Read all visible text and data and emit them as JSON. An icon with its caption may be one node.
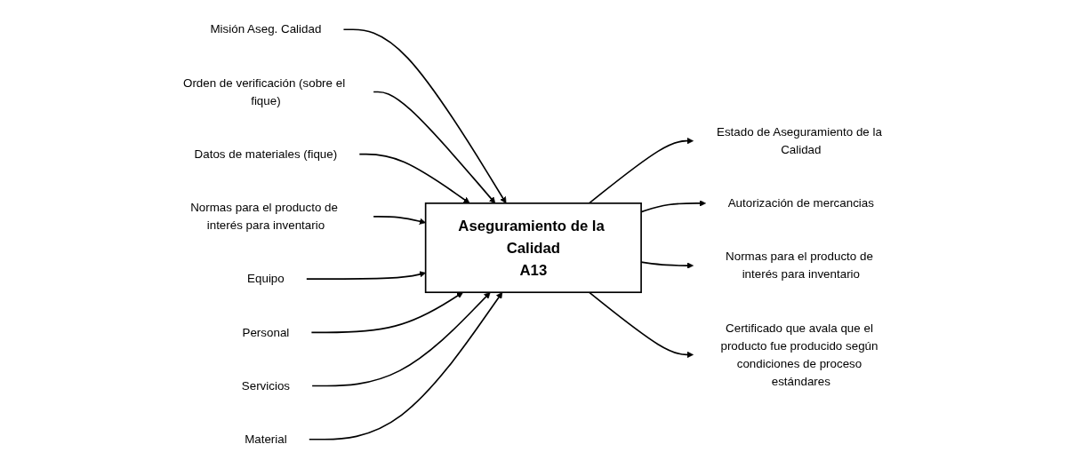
{
  "diagram": {
    "nodes": [
      {
        "text": [
          "Aseguramiento de la Calidad",
          "A13"
        ]
      },
      {
        "text": [
          "Misión Aseg. Calidad"
        ]
      },
      {
        "text": [
          "Orden de verificación (sobre el fique)"
        ]
      },
      {
        "text": [
          "Datos de materiales (fique)"
        ]
      },
      {
        "text": [
          "Normas para el producto de interés para inventario"
        ]
      },
      {
        "text": [
          "Equipo"
        ]
      },
      {
        "text": [
          "Personal"
        ]
      },
      {
        "text": [
          "Servicios"
        ]
      },
      {
        "text": [
          "Material"
        ]
      },
      {
        "text": [
          "Estado de Aseguramiento de la Calidad"
        ]
      },
      {
        "text": [
          "Autorización de mercancias"
        ]
      },
      {
        "text": [
          "Normas para el producto de interés para inventario"
        ]
      },
      {
        "text": [
          "Certificado que avala que el producto fue producido según condiciones de proceso estándares"
        ]
      }
    ],
    "edges": [
      {
        "from": 1,
        "to": 0,
        "arrow": "to"
      },
      {
        "from": 2,
        "to": 0,
        "arrow": "to"
      },
      {
        "from": 3,
        "to": 0,
        "arrow": "to"
      },
      {
        "from": 4,
        "to": 0,
        "arrow": "to"
      },
      {
        "from": 5,
        "to": 0,
        "arrow": "to"
      },
      {
        "from": 6,
        "to": 0,
        "arrow": "to"
      },
      {
        "from": 7,
        "to": 0,
        "arrow": "to"
      },
      {
        "from": 8,
        "to": 0,
        "arrow": "to"
      },
      {
        "from": 0,
        "to": 9,
        "arrow": "to"
      },
      {
        "from": 0,
        "to": 10,
        "arrow": "to"
      },
      {
        "from": 0,
        "to": 11,
        "arrow": "to"
      },
      {
        "from": 0,
        "to": 12,
        "arrow": "to"
      }
    ]
  }
}
